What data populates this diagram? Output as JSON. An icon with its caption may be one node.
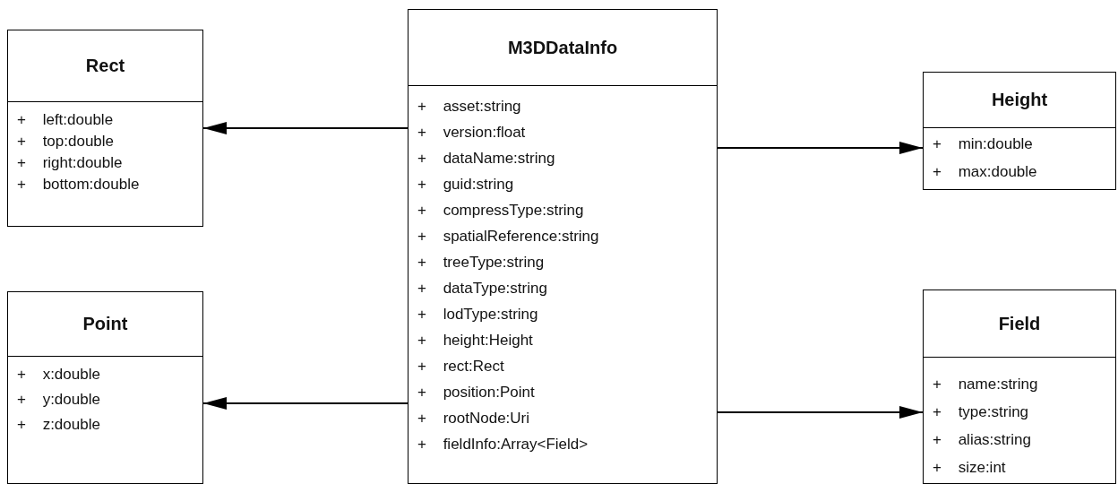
{
  "diagram": {
    "nodes": [
      {
        "text": [
          "Rect",
          "+ left:double",
          "+ top:double",
          "+ right:double",
          "+ bottom:double"
        ]
      },
      {
        "text": [
          "M3DDataInfo",
          "+ asset:string",
          "+ version:float",
          "+ dataName:string",
          "+ guid:string",
          "+ compressType:string",
          "+ spatialReference:string",
          "+ treeType:string",
          "+ dataType:string",
          "+ lodType:string",
          "+ height:Height",
          "+ rect:Rect",
          "+ position:Point",
          "+ rootNode:Uri",
          "+ fieldInfo:Array<Field>"
        ]
      },
      {
        "text": [
          "Height",
          "+ min:double",
          "+ max:double"
        ]
      },
      {
        "text": [
          "Point",
          "+ x:double",
          "+ y:double",
          "+ z:double"
        ]
      },
      {
        "text": [
          "Field",
          "+ name:string",
          "+ type:string",
          "+ alias:string",
          "+ size:int"
        ]
      }
    ],
    "edges": [
      {
        "from": 1,
        "to": 0,
        "arrow": "to"
      },
      {
        "from": 1,
        "to": 2,
        "arrow": "to"
      },
      {
        "from": 1,
        "to": 3,
        "arrow": "to"
      },
      {
        "from": 1,
        "to": 4,
        "arrow": "to"
      }
    ]
  }
}
